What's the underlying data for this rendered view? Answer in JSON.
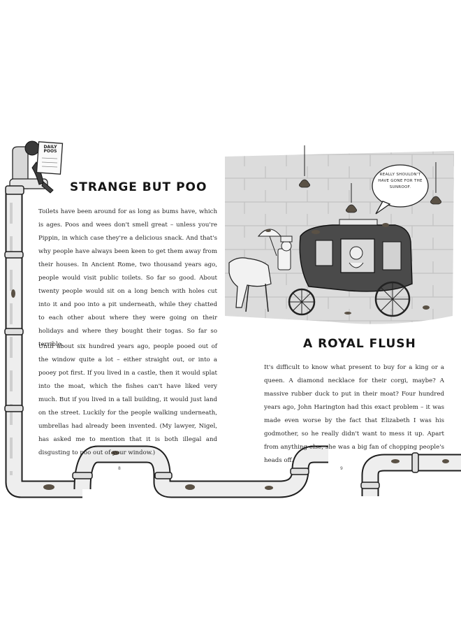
{
  "colors": {
    "ink": "#1e1e1e",
    "pipe_fill": "#eeeeee",
    "pipe_band": "#d6d6d6",
    "illustration_background": "#dcdcdc",
    "poo": "#5a5145"
  },
  "icons": [
    "kid-reading-newspaper-icon",
    "toilet-icon",
    "sewer-pipe-icon",
    "horse-carriage-illustration",
    "falling-poo-icon",
    "speech-bubble-icon"
  ],
  "left_page": {
    "heading": "STRANGE BUT POO",
    "newspaper_title": "DAILY POOS",
    "paragraphs": [
      "Toilets have been around for as long as bums have, which is ages. Poos and wees don't smell great – unless you're Pippin, in which case they're a delicious snack. And that's why people have always been keen to get them away from their houses. In Ancient Rome, two thousand years ago, people would visit public toilets. So far so good. About twenty people would sit on a long bench with holes cut into it and poo into a pit underneath, while they chatted to each other about where they were going on their holidays and where they bought their togas. So far so terrible.",
      "Until about six hundred years ago, people pooed out of the window quite a lot – either straight out, or into a pooey pot first. If you lived in a castle, then it would splat into the moat, which the fishes can't have liked very much. But if you lived in a tall building, it would just land on the street. Luckily for the people walking underneath, umbrellas had already been invented. (My lawyer, Nigel, has asked me to mention that it is both illegal and disgusting to poo out of your window.)"
    ],
    "page_number": "8"
  },
  "right_page": {
    "heading": "A ROYAL FLUSH",
    "speech_bubble": "REALLY SHOULDN'T HAVE GONE FOR THE SUNROOF.",
    "paragraphs": [
      "It's difficult to know what present to buy for a king or a queen. A diamond necklace for their corgi, maybe? A massive rubber duck to put in their moat? Four hundred years ago, John Harington had this exact problem – it was made even worse by the fact that Elizabeth I was his godmother, so he really didn't want to mess it up. Apart from anything else, she was a big fan of chopping people's heads off."
    ],
    "page_number": "9"
  }
}
